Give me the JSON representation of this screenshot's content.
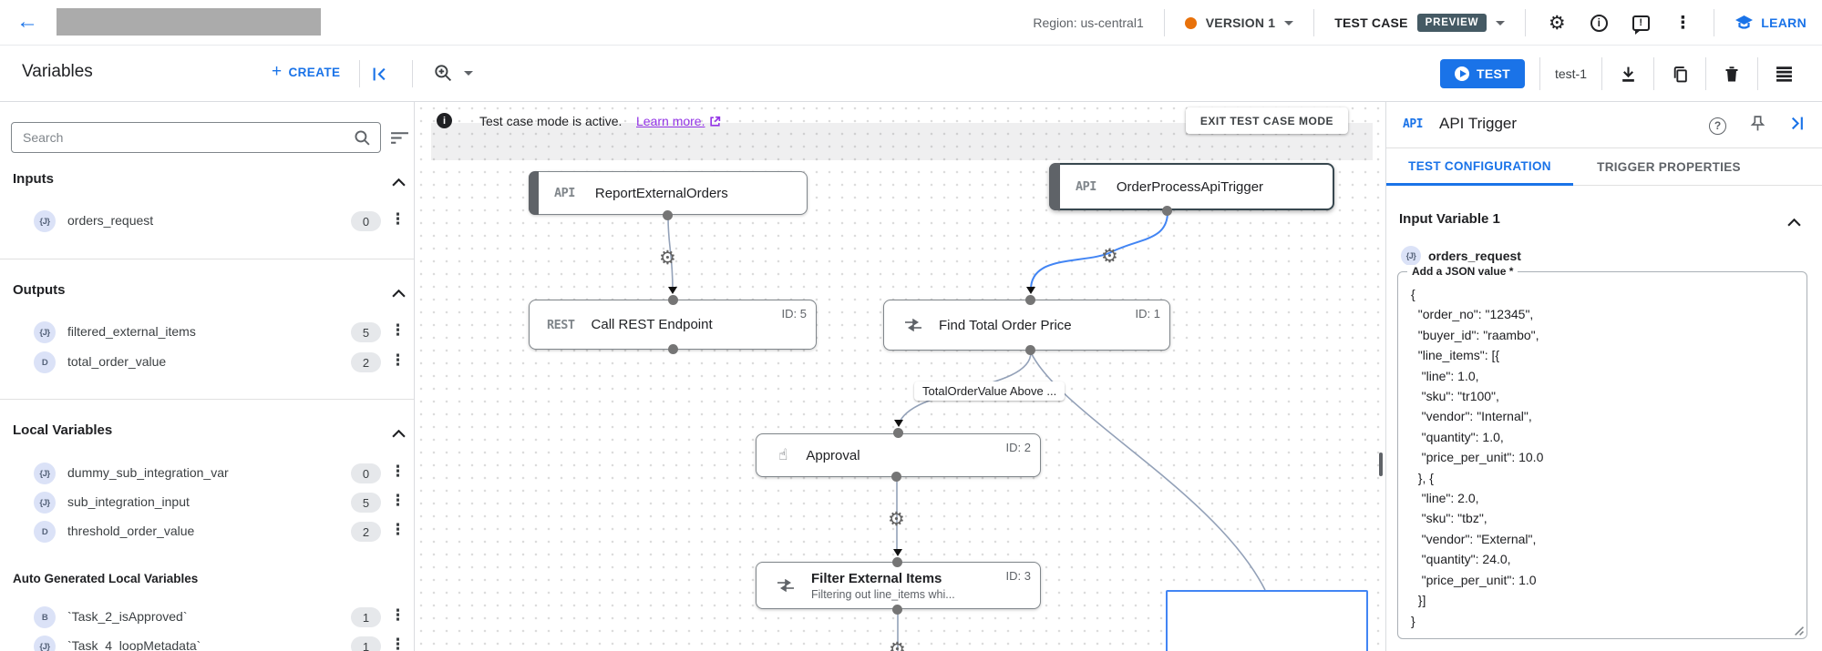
{
  "header": {
    "region": "Region: us-central1",
    "version": "VERSION 1",
    "test_case": "TEST CASE",
    "preview_badge": "PREVIEW",
    "learn": "LEARN"
  },
  "toolbar": {
    "title": "Variables",
    "create": "CREATE",
    "test": "TEST",
    "test_name": "test-1"
  },
  "sidebar": {
    "search_placeholder": "Search",
    "sections": [
      {
        "title": "Inputs",
        "items": [
          {
            "type": "{J}",
            "name": "orders_request",
            "count": "0"
          }
        ]
      },
      {
        "title": "Outputs",
        "items": [
          {
            "type": "{J}",
            "name": "filtered_external_items",
            "count": "5"
          },
          {
            "type": "D",
            "name": "total_order_value",
            "count": "2"
          }
        ]
      },
      {
        "title": "Local Variables",
        "items": [
          {
            "type": "{J}",
            "name": "dummy_sub_integration_var",
            "count": "0"
          },
          {
            "type": "{J}",
            "name": "sub_integration_input",
            "count": "5"
          },
          {
            "type": "D",
            "name": "threshold_order_value",
            "count": "2"
          }
        ]
      },
      {
        "title": "Auto Generated Local Variables",
        "items": [
          {
            "type": "B",
            "name": "`Task_2_isApproved`",
            "count": "1"
          },
          {
            "type": "{J}",
            "name": "`Task_4_loopMetadata`",
            "count": "1"
          }
        ]
      }
    ]
  },
  "canvas": {
    "banner": {
      "text": "Test case mode is active.",
      "link": "Learn more.",
      "exit": "EXIT TEST CASE MODE"
    },
    "nodes": {
      "report": {
        "type": "API",
        "title": "ReportExternalOrders"
      },
      "trigger": {
        "type": "API",
        "title": "OrderProcessApiTrigger"
      },
      "rest": {
        "type": "REST",
        "title": "Call REST Endpoint",
        "id": "ID: 5"
      },
      "find": {
        "title": "Find Total Order Price",
        "id": "ID: 1"
      },
      "approval": {
        "title": "Approval",
        "id": "ID: 2"
      },
      "filter": {
        "title": "Filter External Items",
        "subtitle": "Filtering out line_items whi...",
        "id": "ID: 3"
      }
    },
    "edge_label": "TotalOrderValue Above ..."
  },
  "panel": {
    "badge": "API",
    "title": "API Trigger",
    "tabs": {
      "config": "TEST CONFIGURATION",
      "properties": "TRIGGER PROPERTIES"
    },
    "section": "Input Variable 1",
    "variable": {
      "type": "{J}",
      "name": "orders_request"
    },
    "field_label": "Add a JSON value *",
    "json_value": "{\n  \"order_no\": \"12345\",\n  \"buyer_id\": \"raambo\",\n  \"line_items\": [{\n   \"line\": 1.0,\n   \"sku\": \"tr100\",\n   \"vendor\": \"Internal\",\n   \"quantity\": 1.0,\n   \"price_per_unit\": 10.0\n  }, {\n   \"line\": 2.0,\n   \"sku\": \"tbz\",\n   \"vendor\": \"External\",\n   \"quantity\": 24.0,\n   \"price_per_unit\": 1.0\n  }]\n}"
  },
  "colors": {
    "accent_blue": "#1a73e8",
    "version_dot_orange": "#e8710a",
    "selected_edge_blue": "#4285f4",
    "link_purple": "#9334e6",
    "preview_badge_bg": "#455a64"
  }
}
